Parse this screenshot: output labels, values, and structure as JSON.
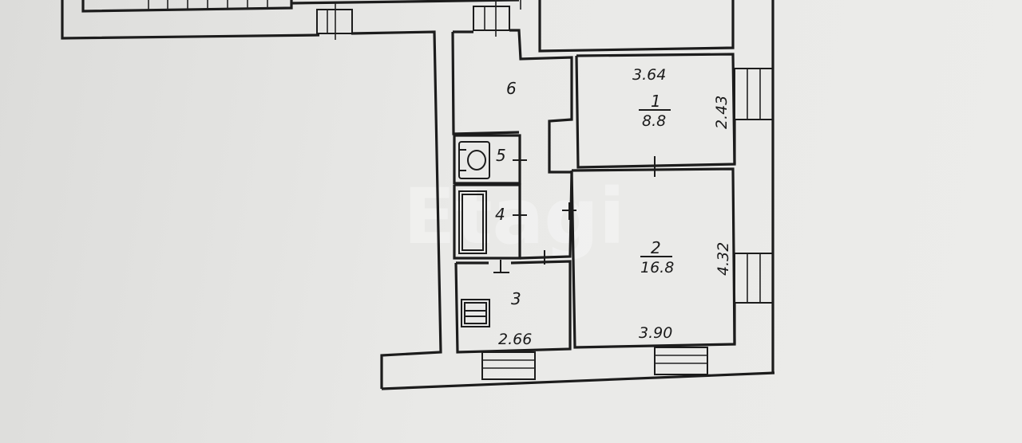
{
  "watermark": "Etagi",
  "rooms": [
    {
      "number": "1",
      "area": "8.8"
    },
    {
      "number": "2",
      "area": "16.8"
    },
    {
      "number": "3"
    },
    {
      "number": "4"
    },
    {
      "number": "5"
    },
    {
      "number": "6"
    }
  ],
  "dimensions": {
    "room1_width": "3.64",
    "room1_depth": "2.43",
    "room2_width": "3.90",
    "room2_depth": "4.32",
    "room3_width": "2.66"
  },
  "colors": {
    "paper": "#e7e7e5",
    "ink": "#1c1c1c"
  }
}
